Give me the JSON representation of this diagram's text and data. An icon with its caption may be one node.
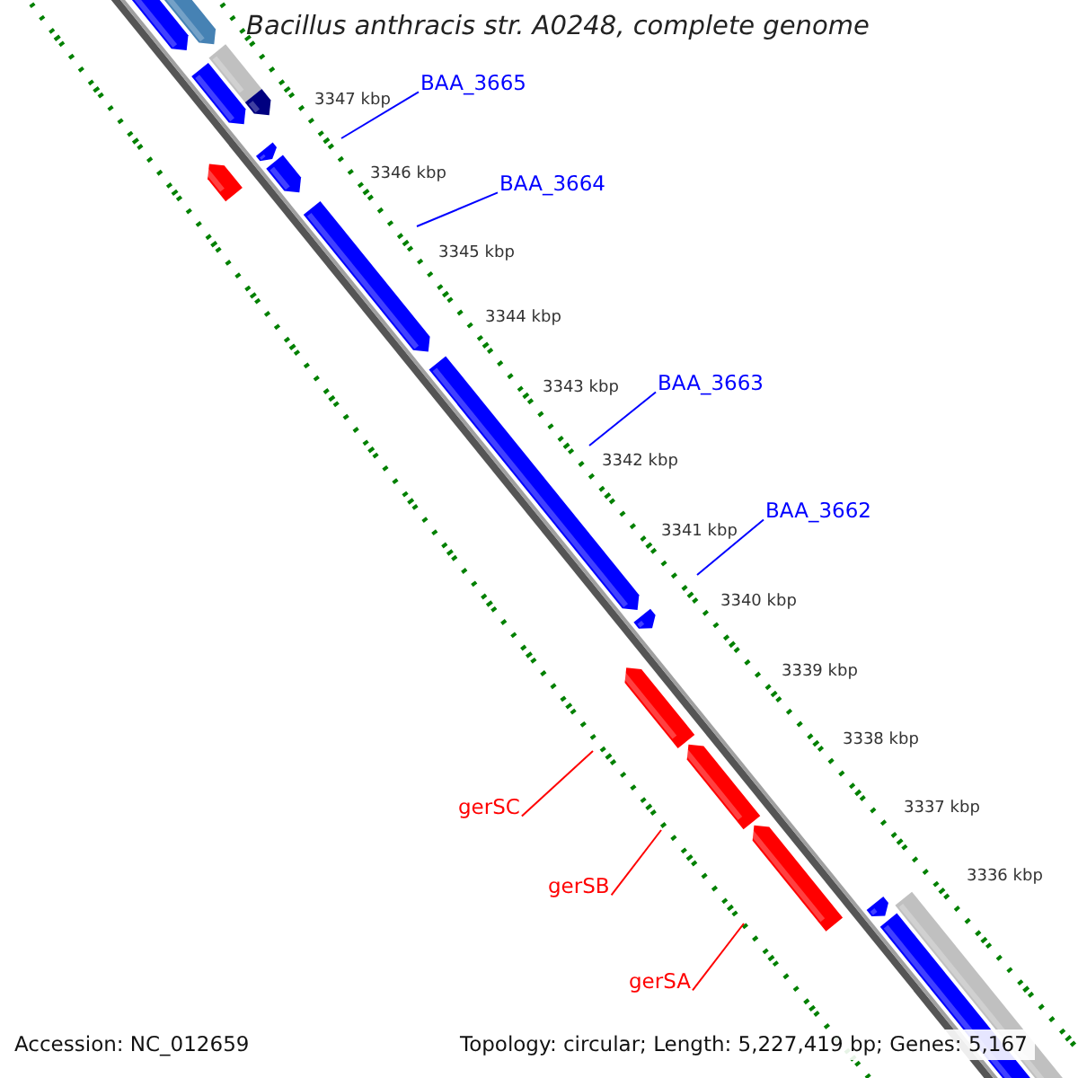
{
  "diagram": {
    "title": "Bacillus anthracis str. A0248, complete genome",
    "nodes": [
      {
        "text": [
          "BAA_3665"
        ]
      },
      {
        "text": [
          "BAA_3664"
        ]
      },
      {
        "text": [
          "BAA_3663"
        ]
      },
      {
        "text": [
          "BAA_3662"
        ]
      },
      {
        "text": [
          "gerSC"
        ]
      },
      {
        "text": [
          "gerSB"
        ]
      },
      {
        "text": [
          "gerSA"
        ]
      }
    ],
    "edges": [
      {
        "from": 0,
        "to": null,
        "arrow": "none"
      },
      {
        "from": 1,
        "to": null,
        "arrow": "none"
      },
      {
        "from": 2,
        "to": null,
        "arrow": "none"
      },
      {
        "from": 3,
        "to": null,
        "arrow": "none"
      },
      {
        "from": 4,
        "to": null,
        "arrow": "none",
        "color": "#ff0000"
      },
      {
        "from": 5,
        "to": null,
        "arrow": "none",
        "color": "#ff0000"
      },
      {
        "from": 6,
        "to": null,
        "arrow": "none",
        "color": "#ff0000"
      }
    ],
    "labels": [
      "3347 kbp",
      "3346 kbp",
      "3345 kbp",
      "3344 kbp",
      "3343 kbp",
      "3342 kbp",
      "3341 kbp",
      "3340 kbp",
      "3339 kbp",
      "3338 kbp",
      "3337 kbp",
      "3336 kbp",
      "Accession: NC_012659",
      "Topology: circular; Length: 5,227,419 bp; Genes: 5,167"
    ]
  }
}
